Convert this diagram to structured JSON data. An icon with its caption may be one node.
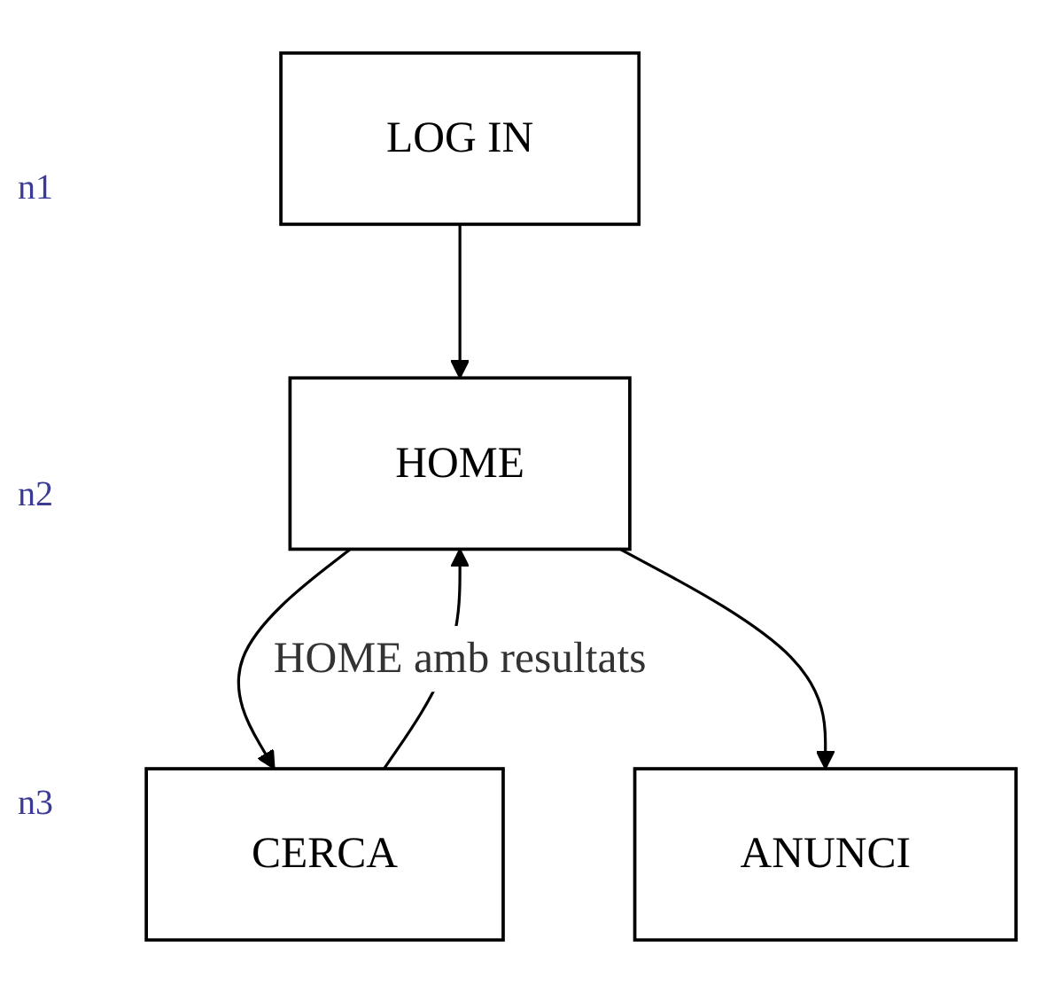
{
  "diagram": {
    "nodes": [
      {
        "text": [
          "LOG IN"
        ]
      },
      {
        "text": [
          "HOME"
        ]
      },
      {
        "text": [
          "CERCA"
        ]
      },
      {
        "text": [
          "ANUNCI"
        ]
      }
    ],
    "edges": [
      {
        "from": 0,
        "to": 1,
        "arrow": "to"
      },
      {
        "from": 1,
        "to": 2,
        "arrow": "to"
      },
      {
        "from": 2,
        "to": 1,
        "arrow": "to",
        "label": "HOME amb resultats"
      },
      {
        "from": 1,
        "to": 3,
        "arrow": "to"
      }
    ],
    "labels": [
      "n1",
      "n2",
      "n3"
    ]
  }
}
